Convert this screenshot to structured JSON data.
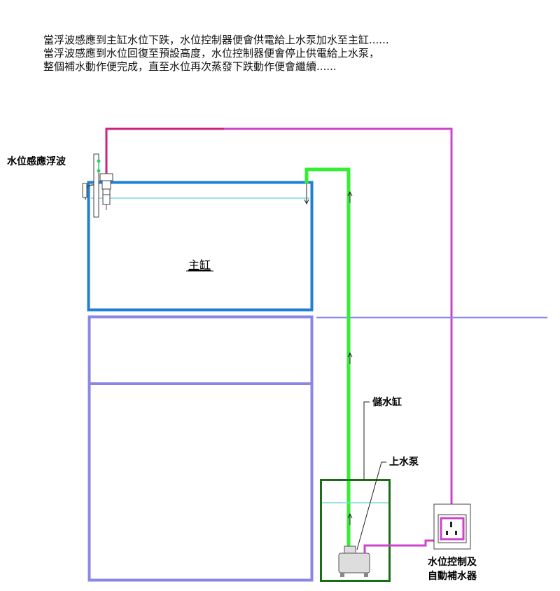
{
  "description": {
    "line1": "當浮波感應到主缸水位下跌，水位控制器便會供電給上水泵加水至主缸......",
    "line2": "當浮波感應到水位回復至預設高度，水位控制器便會停止供電給上水泵，",
    "line3": "整個補水動作便完成，直至水位再次蒸發下跌動作便會繼續......"
  },
  "labels": {
    "float_sensor": "水位感應浮波",
    "main_tank": "主缸",
    "reservoir": "儲水缸",
    "pump": "上水泵",
    "controller_line1": "水位控制及",
    "controller_line2": "自動補水器"
  },
  "colors": {
    "main_tank": "#1f7fd4",
    "sump_cabinet": "#8a86e6",
    "reservoir": "#1a6e1a",
    "water_pipe": "#33ee33",
    "power_cable_warm": "#cc2277",
    "power_cable": "#cc44cc",
    "water_line": "#7fd8e0"
  }
}
